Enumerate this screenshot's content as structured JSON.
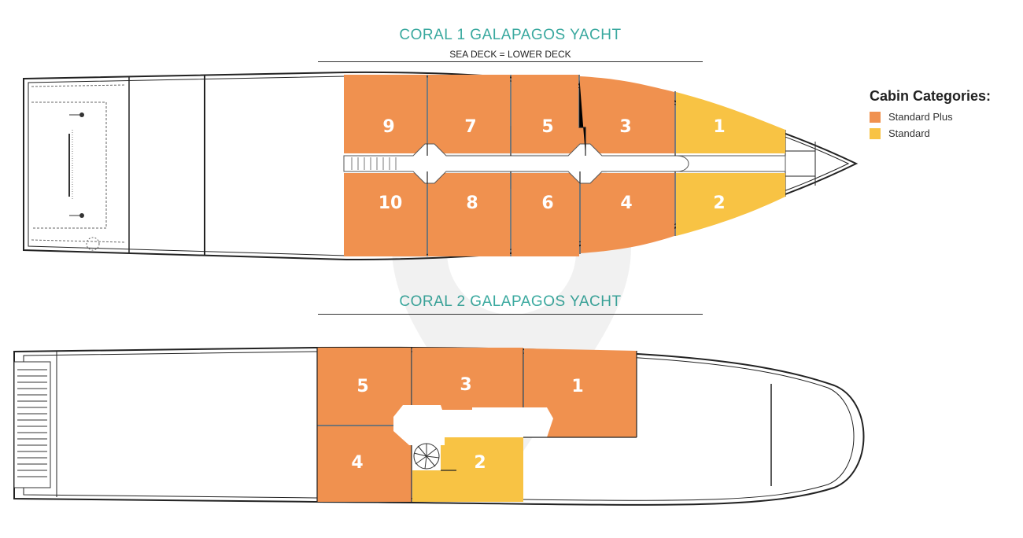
{
  "yacht1": {
    "title": "CORAL 1 GALAPAGOS YACHT",
    "subtitle": "SEA DECK = LOWER DECK",
    "cabins": [
      {
        "num": "9",
        "category": "Standard Plus"
      },
      {
        "num": "7",
        "category": "Standard Plus"
      },
      {
        "num": "5",
        "category": "Standard Plus"
      },
      {
        "num": "3",
        "category": "Standard Plus"
      },
      {
        "num": "1",
        "category": "Standard"
      },
      {
        "num": "10",
        "category": "Standard Plus"
      },
      {
        "num": "8",
        "category": "Standard Plus"
      },
      {
        "num": "6",
        "category": "Standard Plus"
      },
      {
        "num": "4",
        "category": "Standard Plus"
      },
      {
        "num": "2",
        "category": "Standard"
      }
    ]
  },
  "yacht2": {
    "title": "CORAL 2 GALAPAGOS YACHT",
    "cabins": [
      {
        "num": "5",
        "category": "Standard Plus"
      },
      {
        "num": "3",
        "category": "Standard Plus"
      },
      {
        "num": "1",
        "category": "Standard Plus"
      },
      {
        "num": "4",
        "category": "Standard Plus"
      },
      {
        "num": "2",
        "category": "Standard"
      }
    ]
  },
  "legend": {
    "title": "Cabin Categories:",
    "items": [
      {
        "label": "Standard Plus",
        "color": "#f0914f"
      },
      {
        "label": "Standard",
        "color": "#f8c344"
      }
    ]
  }
}
